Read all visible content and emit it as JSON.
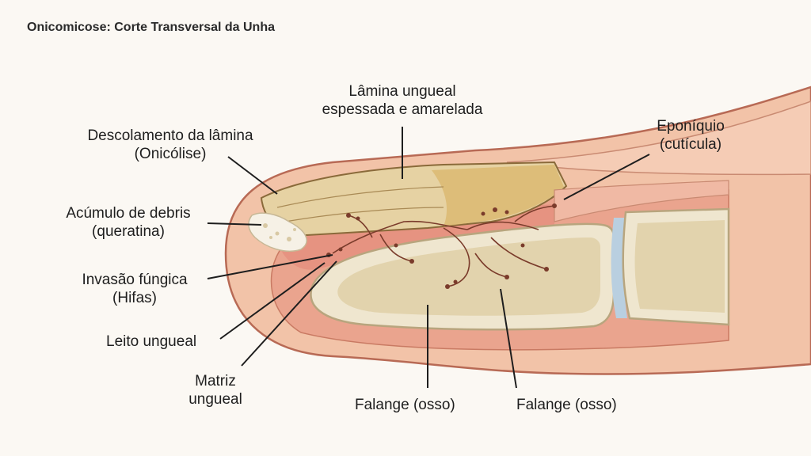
{
  "title": "Onicomicose: Corte Transversal da Unha",
  "labels": {
    "lamina": {
      "line1": "Lâmina ungueal",
      "line2": "espessada e amarelada"
    },
    "descolamento": {
      "line1": "Descolamento da lâmina",
      "line2": "(Onicólise)"
    },
    "acumulo": {
      "line1": "Acúmulo de debris",
      "line2": "(queratina)"
    },
    "invasao": {
      "line1": "Invasão fúngica",
      "line2": "(Hifas)"
    },
    "leito": {
      "line1": "Leito ungueal"
    },
    "matriz": {
      "line1": "Matriz",
      "line2": "ungueal"
    },
    "eponiquio": {
      "line1": "Eponíquio",
      "line2": "(cutícula)"
    },
    "falange1": {
      "line1": "Falange (osso)"
    },
    "falange2": {
      "line1": "Falange (osso)"
    }
  },
  "colors": {
    "skin": "#f2c3a8",
    "skin_outline": "#b86a55",
    "inner_skin": "#ea9f8a",
    "nail": "#e6d2a3",
    "nail_yellow": "#d9b56b",
    "bone": "#efe6cf",
    "bone_outline": "#b8a57e",
    "hyphae": "#7a3b2b",
    "joint": "#b9cfe0",
    "debris": "#f6f1e6"
  }
}
